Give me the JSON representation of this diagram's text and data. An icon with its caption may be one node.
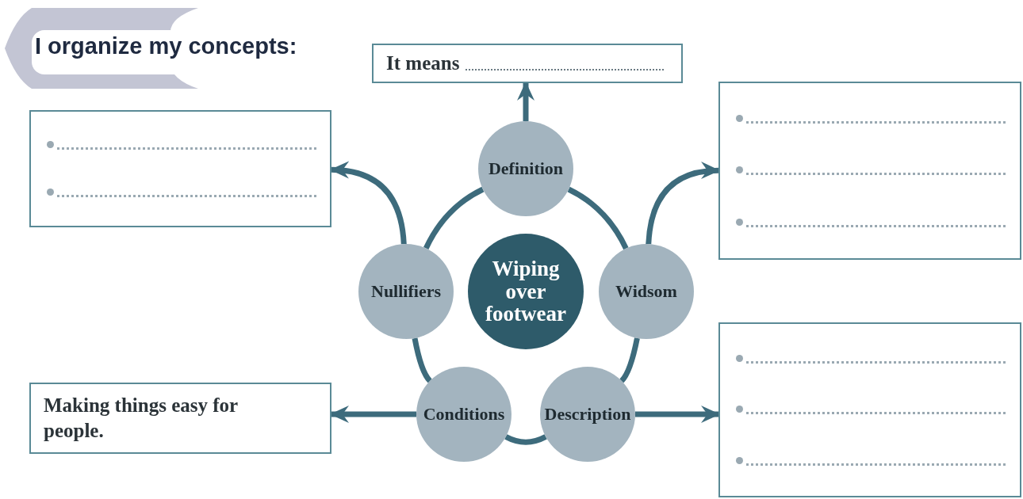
{
  "diagram": {
    "title": "I organize my concepts:",
    "nodes": [
      {
        "text": [
          "Wiping over footwear"
        ]
      },
      {
        "text": [
          "Definition"
        ]
      },
      {
        "text": [
          "Widsom"
        ]
      },
      {
        "text": [
          "Description"
        ]
      },
      {
        "text": [
          "Conditions"
        ]
      },
      {
        "text": [
          "Nullifiers"
        ]
      },
      {
        "text": [
          "It means"
        ]
      },
      {
        "text": [],
        "shape": "box"
      },
      {
        "text": [],
        "shape": "box"
      },
      {
        "text": [
          "Making things easy for people."
        ]
      },
      {
        "text": [],
        "shape": "box"
      }
    ],
    "edges": [
      {
        "from": 1,
        "to": 6,
        "arrow": "to"
      },
      {
        "from": 5,
        "to": 7,
        "arrow": "to"
      },
      {
        "from": 2,
        "to": 8,
        "arrow": "to"
      },
      {
        "from": 4,
        "to": 9,
        "arrow": "to"
      },
      {
        "from": 3,
        "to": 10,
        "arrow": "to"
      },
      {
        "from": 1,
        "to": 2,
        "arrow": "none"
      },
      {
        "from": 2,
        "to": 3,
        "arrow": "none"
      },
      {
        "from": 3,
        "to": 4,
        "arrow": "none"
      },
      {
        "from": 4,
        "to": 5,
        "arrow": "none"
      },
      {
        "from": 5,
        "to": 1,
        "arrow": "none"
      }
    ]
  }
}
